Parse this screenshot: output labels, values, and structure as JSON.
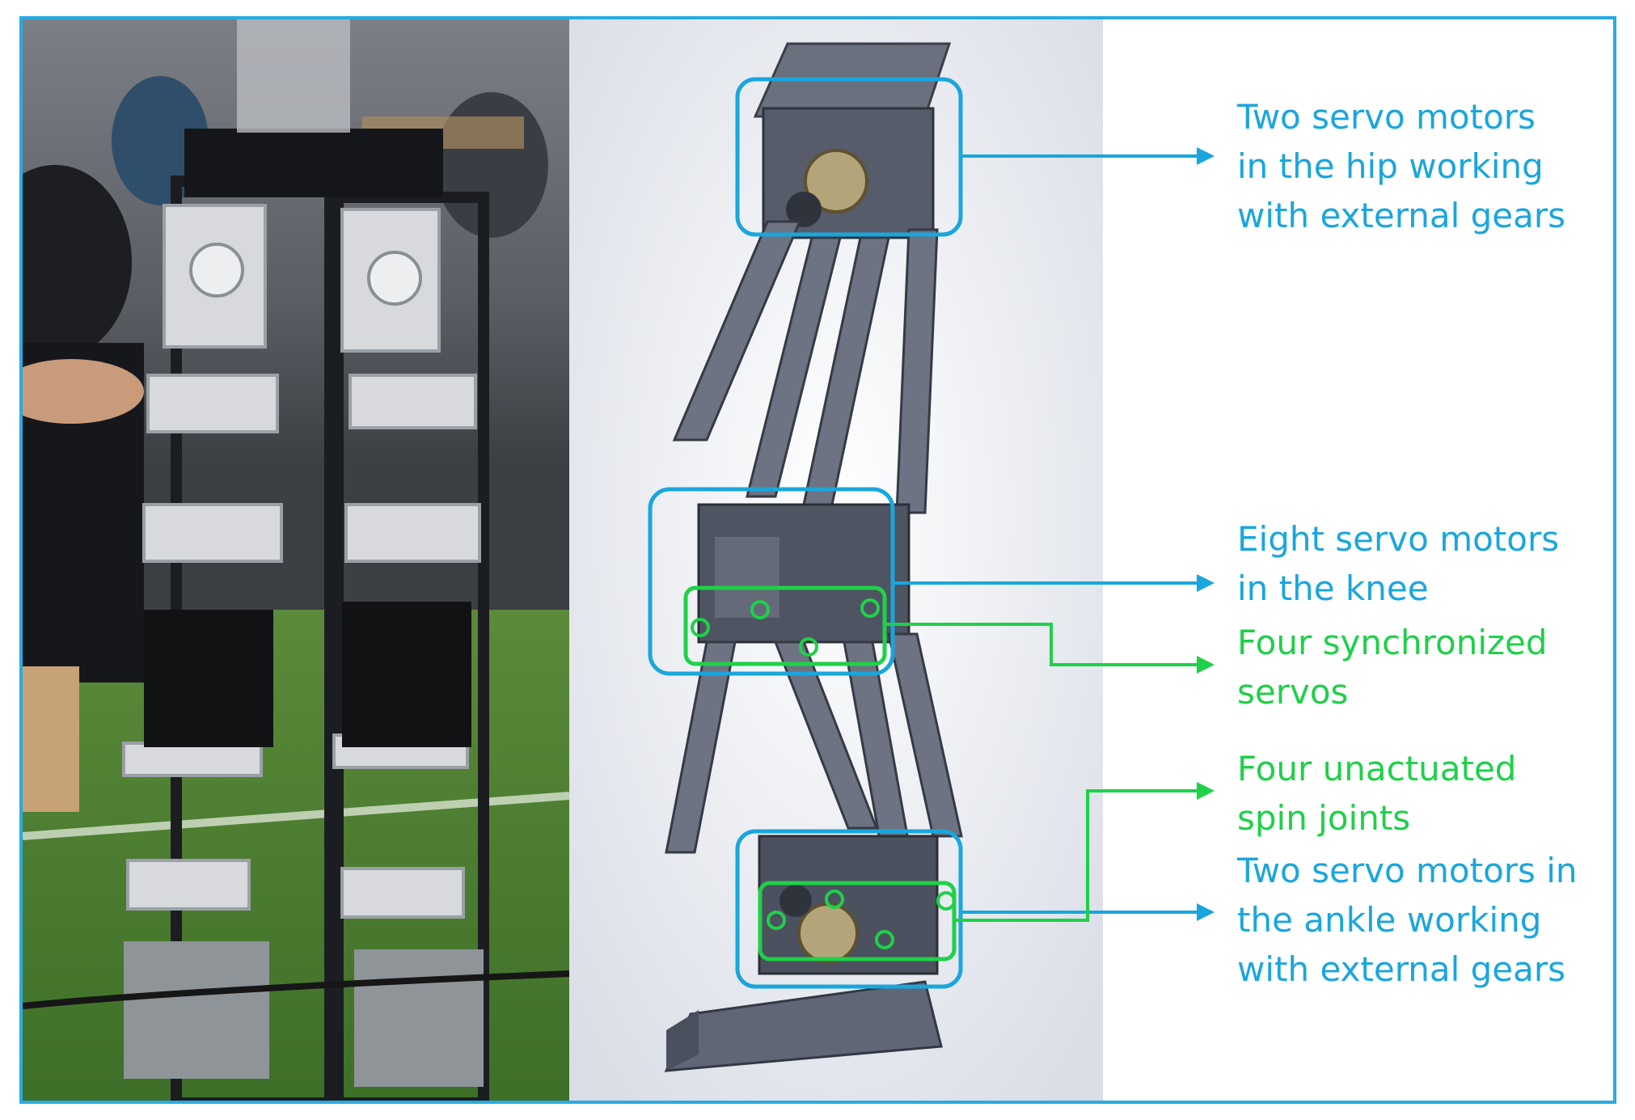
{
  "annotations": {
    "hip": "Two servo motors\nin the hip working\nwith external gears",
    "knee": "Eight servo motors\nin the knee",
    "synchronized": "Four synchronized\nservos",
    "unactuated": "Four unactuated\nspin joints",
    "ankle": "Two servo motors in\nthe ankle working\nwith external gears"
  },
  "colors": {
    "frame": "#29abe2",
    "blue_callout": "#1aa6dc",
    "green_callout": "#1fd049",
    "cad_metal": "#5b6170",
    "grass": "#4f8a33"
  }
}
